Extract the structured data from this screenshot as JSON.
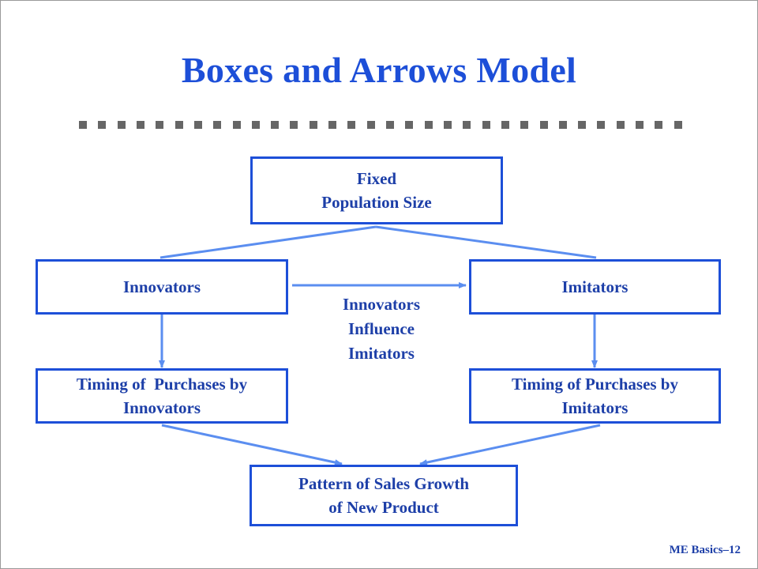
{
  "slide": {
    "title": "Boxes and Arrows Model",
    "footer": "ME Basics–12"
  },
  "diagram": {
    "nodes": {
      "population": {
        "lines": [
          "Fixed",
          "Population Size"
        ]
      },
      "innovators": {
        "lines": [
          "Innovators"
        ]
      },
      "imitators": {
        "lines": [
          "Imitators"
        ]
      },
      "timing_innovators": {
        "lines": [
          "Timing of  Purchases by",
          "Innovators"
        ]
      },
      "timing_imitators": {
        "lines": [
          "Timing of Purchases by",
          "Imitators"
        ]
      },
      "sales_growth": {
        "lines": [
          "Pattern of Sales Growth",
          "of New Product"
        ]
      }
    },
    "influence_label": [
      "Innovators",
      "Influence",
      "Imitators"
    ],
    "edges": [
      {
        "from": "population",
        "to": "innovators"
      },
      {
        "from": "population",
        "to": "imitators"
      },
      {
        "from": "innovators",
        "to": "imitators",
        "label": "Innovators Influence Imitators"
      },
      {
        "from": "innovators",
        "to": "timing_innovators"
      },
      {
        "from": "imitators",
        "to": "timing_imitators"
      },
      {
        "from": "timing_innovators",
        "to": "sales_growth"
      },
      {
        "from": "timing_imitators",
        "to": "sales_growth"
      }
    ],
    "colors": {
      "box_border": "#1d4fd8",
      "text": "#1d3fa8",
      "title": "#1d4fd8",
      "arrow": "#5b8ef0",
      "divider": "#666666"
    }
  }
}
